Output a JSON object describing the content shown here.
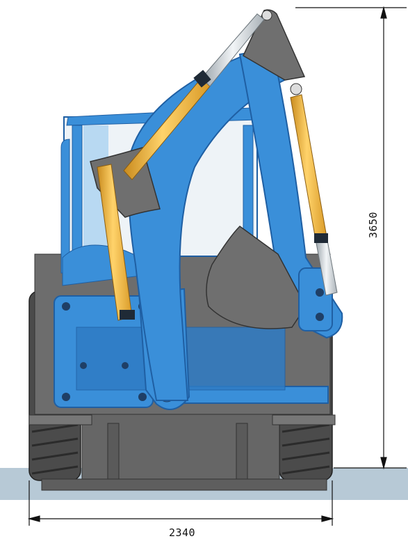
{
  "dimensions": {
    "height": {
      "value": 3650,
      "label": "3650"
    },
    "width": {
      "value": 2340,
      "label": "2340"
    }
  },
  "colors": {
    "body_blue": "#3a8fd9",
    "body_blue_dark": "#1f5fa3",
    "bucket_grey": "#6f6f6f",
    "tyre_grey": "#4a4a4a",
    "cylinder_yellow": "#f4b63a",
    "ground": "#b7c9d6",
    "dimension_line": "#111111"
  },
  "icons": [
    "backhoe-loader-rear-view"
  ]
}
